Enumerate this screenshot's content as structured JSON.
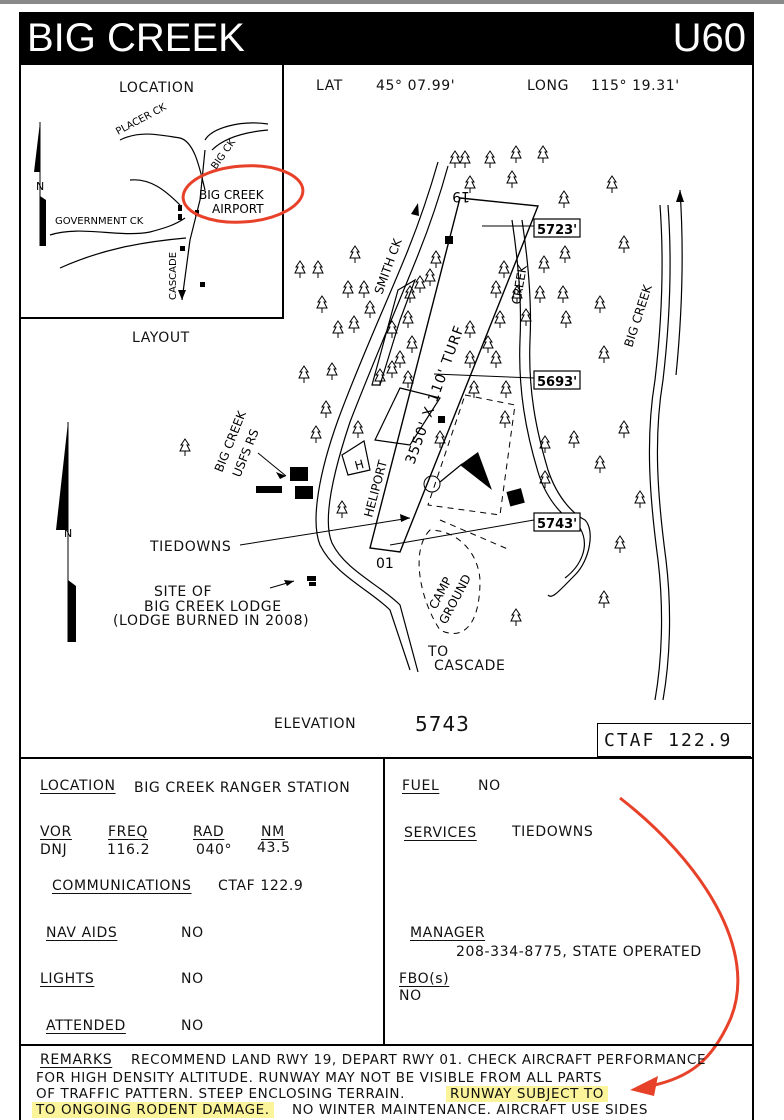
{
  "header": {
    "title": "BIG CREEK",
    "code": "U60"
  },
  "coords": {
    "lat_label": "LAT",
    "lat_value": "45° 07.99'",
    "long_label": "LONG",
    "long_value": "115° 19.31'"
  },
  "location_map": {
    "title": "LOCATION",
    "labels": {
      "placer_ck": "PLACER CK",
      "big_ck": "BIG CK",
      "airport_1": "BIG CREEK",
      "airport_2": "AIRPORT",
      "government_ck": "GOVERNMENT CK",
      "cascade": "CASCADE",
      "north": "N"
    }
  },
  "layout_map": {
    "title": "LAYOUT",
    "north": "N",
    "runway_end_top": "19",
    "runway_end_bottom": "01",
    "runway_label": "3550' X 110' TURF",
    "heliport": "HELIPORT",
    "heliport_symbol": "H",
    "elev_points": [
      "5723'",
      "5693'",
      "5743'"
    ],
    "smith_ck": "SMITH CK",
    "creek": "CREEK",
    "big_creek": "BIG CREEK",
    "usfs_1": "BIG CREEK",
    "usfs_2": "USFS RS",
    "tiedowns": "TIEDOWNS",
    "lodge_1": "SITE OF",
    "lodge_2": "BIG CREEK LODGE",
    "lodge_3": "(LODGE BURNED IN 2008)",
    "camp_1": "CAMP",
    "camp_2": "GROUND",
    "to_1": "TO",
    "to_2": "CASCADE"
  },
  "elevation": {
    "label": "ELEVATION",
    "value": "5743"
  },
  "ctaf_box": "CTAF 122.9",
  "info": {
    "location_label": "LOCATION",
    "location_value": "BIG CREEK RANGER STATION",
    "vor_label": "VOR",
    "vor_value": "DNJ",
    "freq_label": "FREQ",
    "freq_value": "116.2",
    "rad_label": "RAD",
    "rad_value": "040°",
    "nm_label": "NM",
    "nm_value": "43.5",
    "communications_label": "COMMUNICATIONS",
    "communications_value": "CTAF 122.9",
    "navaids_label": "NAV AIDS",
    "navaids_value": "NO",
    "lights_label": "LIGHTS",
    "lights_value": "NO",
    "attended_label": "ATTENDED",
    "attended_value": "NO",
    "fuel_label": "FUEL",
    "fuel_value": "NO",
    "services_label": "SERVICES",
    "services_value": "TIEDOWNS",
    "manager_label": "MANAGER",
    "manager_value": "208-334-8775, STATE OPERATED",
    "fbo_label": "FBO(s)",
    "fbo_value": "NO"
  },
  "remarks": {
    "label": "REMARKS",
    "l1": "RECOMMEND LAND RWY 19, DEPART RWY 01.  CHECK AIRCRAFT PERFORMANCE",
    "l2": "FOR HIGH DENSITY ALTITUDE.  RUNWAY MAY NOT BE VISIBLE FROM ALL PARTS",
    "l3a": "OF TRAFFIC PATTERN.  STEEP ENCLOSING TERRAIN.",
    "l3b": "RUNWAY SUBJECT TO",
    "l4a": "TO ONGOING RODENT DAMAGE.",
    "l4b": "NO WINTER MAINTENANCE.  AIRCRAFT USE SIDES"
  },
  "colors": {
    "annotation": "#e8412a",
    "highlight": "#fbf49a"
  }
}
